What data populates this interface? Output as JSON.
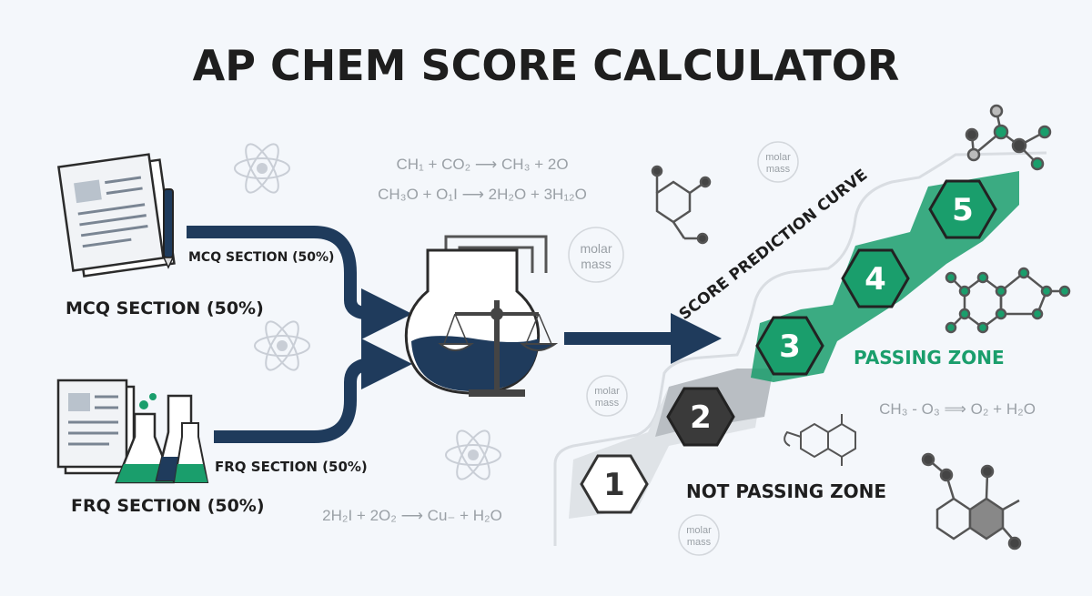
{
  "title": "AP CHEM SCORE CALCULATOR",
  "mcq": {
    "label": "MCQ SECTION (50%)",
    "arrow_label": "MCQ SECTION (50%)"
  },
  "frq": {
    "label": "FRQ SECTION (50%)",
    "arrow_label": "FRQ SECTION (50%)"
  },
  "curve_label": "SCORE PREDICTION CURVE",
  "zones": {
    "passing": "PASSING ZONE",
    "not_passing": "NOT PASSING ZONE"
  },
  "scores": [
    "1",
    "2",
    "3",
    "4",
    "5"
  ],
  "equations": [
    "CH₁ + CO₂ ⟶ CH₃ + 2O",
    "CH₃O + O₁I ⟶ 2H₂O + 3H₁₂O",
    "CH₃ - O₃ ⟹ O₂ + H₂O",
    "2H₂I + 2O₂ ⟶ Cu₋ + H₂O"
  ],
  "molar_mass": {
    "line1": "molar",
    "line2": "mass"
  },
  "colors": {
    "navy": "#1f3b5c",
    "green": "#1a9e6c",
    "dark_hex": "#3a3a3a",
    "gray_step": "#b9bec3"
  }
}
